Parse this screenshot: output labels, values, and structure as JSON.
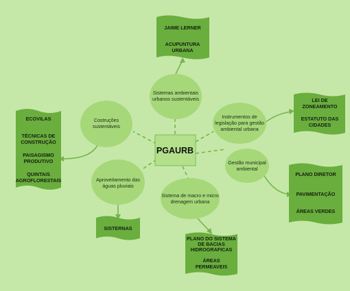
{
  "center": "PGAURB",
  "nodes": {
    "ambientais": [
      "Sistemas ambientais",
      "urbanos sustentáveis"
    ],
    "construcoes": [
      "Costruções",
      "sustentáveis"
    ],
    "instrumentos": [
      "Instrumentos de",
      "legislação para gestão",
      "ambiental urbana"
    ],
    "gestao": [
      "Gestão municipal",
      "ambiental"
    ],
    "aproveitamento": [
      "Aproveitamento das",
      "águas pluviais"
    ],
    "drenagem": [
      "Sistema de macro e micro",
      "drenagem urbana"
    ]
  },
  "banners": {
    "top": [
      "JAIME LERNER",
      "",
      "ACUPUNTURA",
      "URBANA"
    ],
    "left": [
      "ECOVILAS",
      "",
      "TÉCNICAS DE",
      "CONSTRUÇÃO",
      "",
      "PAISAGISMO",
      "PRODUTIVO",
      "",
      "QUINTAIS",
      "AGROFLORESTAIS"
    ],
    "right_top": [
      "LEI DE",
      "ZONEAMENTO",
      "",
      "ESTATUTO DAS",
      "CIDADES"
    ],
    "right_bottom": [
      "PLANO DIRETOR",
      "",
      "PAVIMENTAÇÃO",
      "",
      "ÁREAS VERDES"
    ],
    "bottom_left": [
      "SISTERNAS"
    ],
    "bottom_center": [
      "PLANO DO SISTEMA",
      "DE BACIAS",
      "HIDROGRAFICAS",
      "",
      "ÁREAS",
      "PERMEAVEIS"
    ]
  }
}
